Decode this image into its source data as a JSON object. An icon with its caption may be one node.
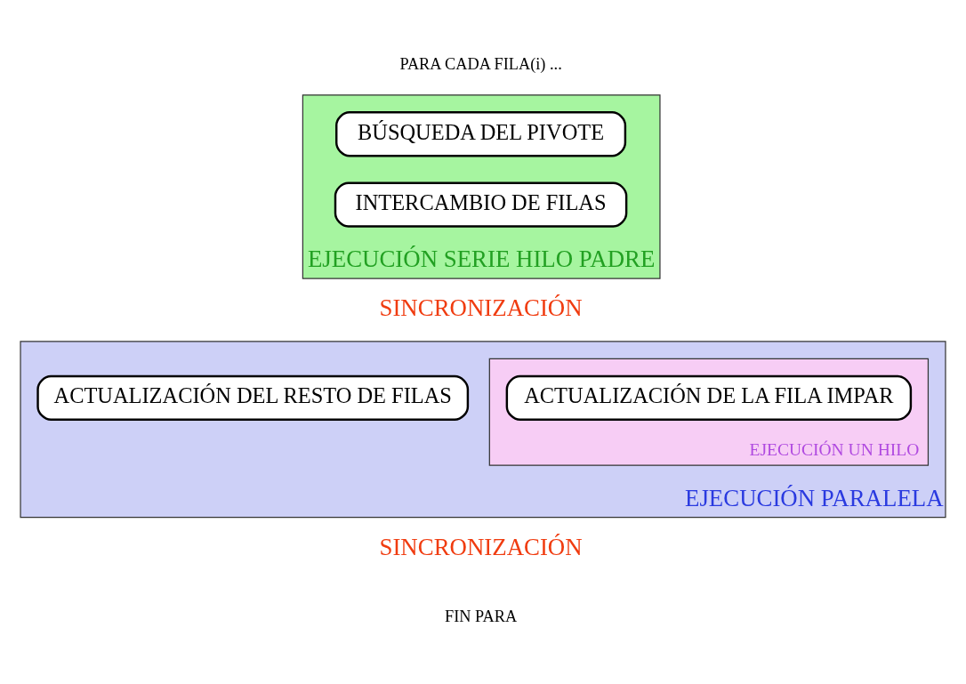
{
  "diagram": {
    "nodes": [
      {
        "text": [
          "EJECUCIÓN SERIE HILO PADRE"
        ]
      },
      {
        "text": [
          "BÚSQUEDA DEL PIVOTE"
        ],
        "in": 0
      },
      {
        "text": [
          "INTERCAMBIO DE FILAS"
        ],
        "in": 0
      },
      {
        "text": [
          "EJECUCIÓN PARALELA"
        ]
      },
      {
        "text": [
          "EJECUCIÓN UN HILO"
        ],
        "in": 3
      },
      {
        "text": [
          "ACTUALIZACIÓN DE LA FILA IMPAR"
        ],
        "in": 4
      },
      {
        "text": [
          "ACTUALIZACIÓN DEL RESTO DE FILAS"
        ],
        "in": 3
      }
    ],
    "edges": [],
    "labels": [
      "PARA CADA FILA(i) ...",
      "SINCRONIZACIÓN",
      "SINCRONIZACIÓN",
      "FIN PARA"
    ]
  }
}
